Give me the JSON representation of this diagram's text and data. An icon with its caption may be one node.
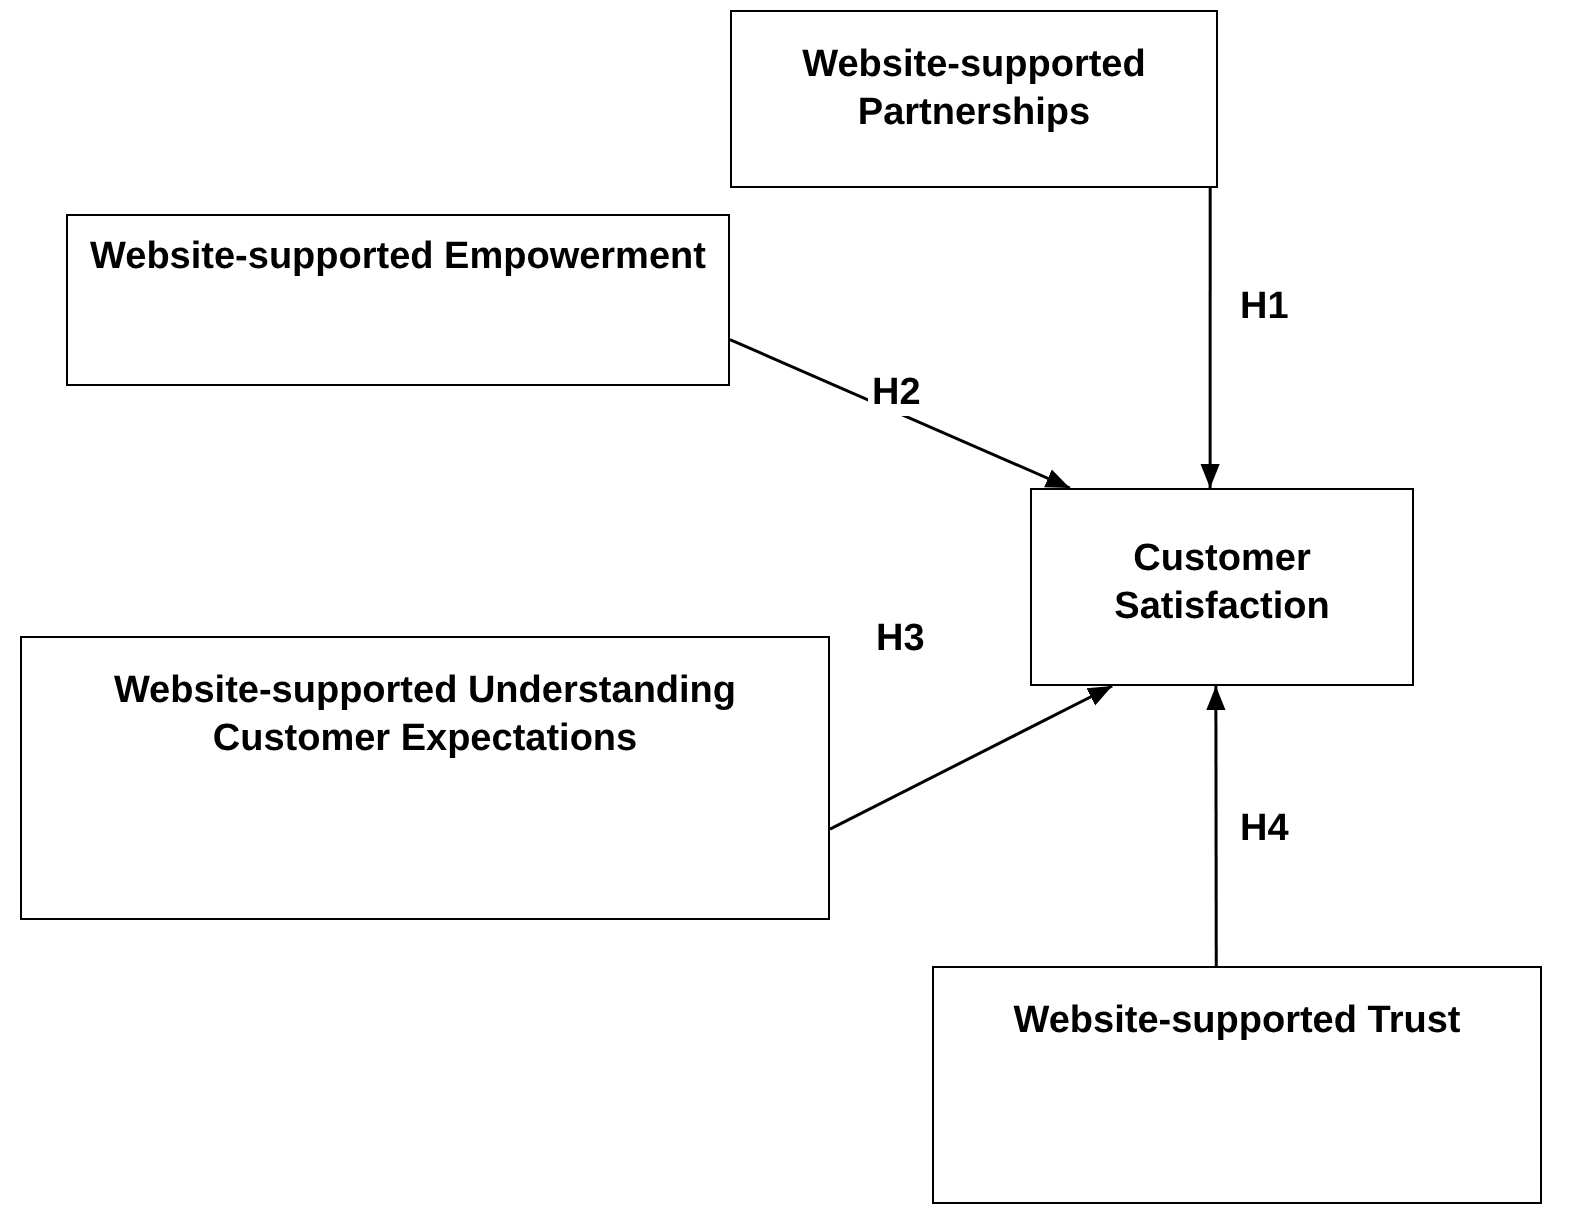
{
  "diagram": {
    "nodes": [
      {
        "text": [
          "Website-supported Partnerships"
        ]
      },
      {
        "text": [
          "Website-supported Empowerment"
        ]
      },
      {
        "text": [
          "Customer Satisfaction"
        ]
      },
      {
        "text": [
          "Website-supported Understanding Customer Expectations"
        ]
      },
      {
        "text": [
          "Website-supported Trust"
        ]
      }
    ],
    "edges": [
      {
        "from": 0,
        "to": 2,
        "arrow": "to",
        "label": "H1"
      },
      {
        "from": 1,
        "to": 2,
        "arrow": "to",
        "label": "H2"
      },
      {
        "from": 3,
        "to": 2,
        "arrow": "to",
        "label": "H3"
      },
      {
        "from": 4,
        "to": 2,
        "arrow": "to",
        "label": "H4"
      }
    ]
  }
}
